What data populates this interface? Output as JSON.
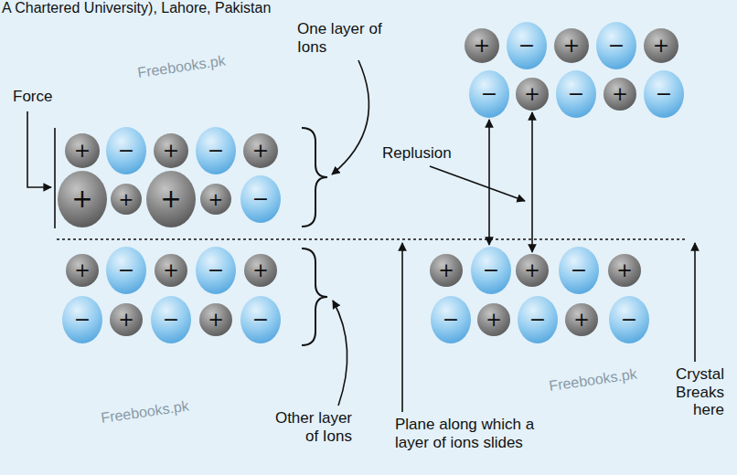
{
  "diagram": {
    "nodes": [
      {
        "text": [
          "+"
        ]
      },
      {
        "text": [
          "−"
        ]
      },
      {
        "text": [
          "+"
        ]
      },
      {
        "text": [
          "−"
        ]
      },
      {
        "text": [
          "+"
        ]
      },
      {
        "text": [
          "+"
        ]
      },
      {
        "text": [
          "+"
        ]
      },
      {
        "text": [
          "+"
        ]
      },
      {
        "text": [
          "+"
        ]
      },
      {
        "text": [
          "−"
        ]
      },
      {
        "text": [
          "+"
        ]
      },
      {
        "text": [
          "−"
        ]
      },
      {
        "text": [
          "+"
        ]
      },
      {
        "text": [
          "−"
        ]
      },
      {
        "text": [
          "+"
        ]
      },
      {
        "text": [
          "−"
        ]
      },
      {
        "text": [
          "+"
        ]
      },
      {
        "text": [
          "−"
        ]
      },
      {
        "text": [
          "+"
        ]
      },
      {
        "text": [
          "−"
        ]
      },
      {
        "text": [
          "+"
        ]
      },
      {
        "text": [
          "−"
        ]
      },
      {
        "text": [
          "+"
        ]
      },
      {
        "text": [
          "−"
        ]
      },
      {
        "text": [
          "+"
        ]
      },
      {
        "text": [
          "−"
        ]
      },
      {
        "text": [
          "+"
        ]
      },
      {
        "text": [
          "−"
        ]
      },
      {
        "text": [
          "+"
        ]
      },
      {
        "text": [
          "−"
        ]
      },
      {
        "text": [
          "+"
        ]
      },
      {
        "text": [
          "−"
        ]
      },
      {
        "text": [
          "+"
        ]
      },
      {
        "text": [
          "−"
        ]
      },
      {
        "text": [
          "+"
        ]
      },
      {
        "text": [
          "−"
        ]
      },
      {
        "text": [
          "+"
        ]
      },
      {
        "text": [
          "−"
        ]
      },
      {
        "text": [
          "+"
        ]
      },
      {
        "text": [
          "−"
        ]
      }
    ],
    "edges": [
      {
        "from": 25,
        "to": 31,
        "arrow": "both"
      },
      {
        "from": 26,
        "to": 32,
        "arrow": "both"
      }
    ],
    "labels": [
      "A Chartered University), Lahore, Pakistan",
      "One layer of Ions",
      "Force",
      "Replusion",
      "Freebooks.pk",
      "Other layer of Ions",
      "Plane along which a layer of ions slides",
      "Crystal Breaks here",
      "Freebooks.pk",
      "Freebooks.pk"
    ]
  }
}
